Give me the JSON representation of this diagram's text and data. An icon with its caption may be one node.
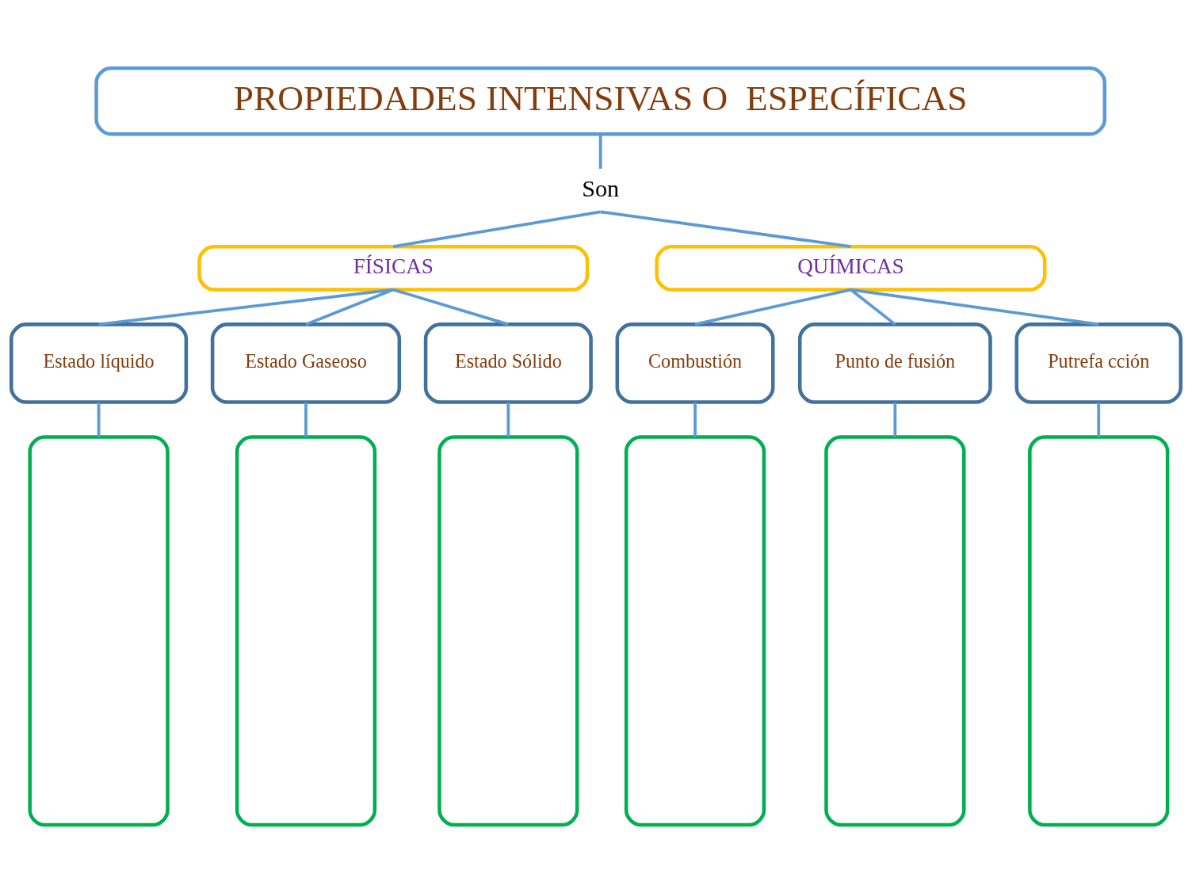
{
  "diagram": {
    "nodes": [
      {
        "text": [
          "PROPIEDADES INTENSIVAS O  ESPECÍFICAS"
        ]
      },
      {
        "text": [
          "Son"
        ]
      },
      {
        "text": [
          "FÍSICAS"
        ]
      },
      {
        "text": [
          "QUÍMICAS"
        ]
      },
      {
        "text": [
          "Estado líquido"
        ]
      },
      {
        "text": [
          "Estado Gaseoso"
        ]
      },
      {
        "text": [
          "Estado Sólido"
        ]
      },
      {
        "text": [
          "Combustión"
        ]
      },
      {
        "text": [
          "Punto de fusión"
        ]
      },
      {
        "text": [
          "Putrefa cción"
        ]
      },
      {
        "text": [],
        "shape": "box"
      },
      {
        "text": [],
        "shape": "box"
      },
      {
        "text": [],
        "shape": "box"
      },
      {
        "text": [],
        "shape": "box"
      },
      {
        "text": [],
        "shape": "box"
      },
      {
        "text": [],
        "shape": "box"
      }
    ],
    "edges": [
      {
        "from": 0,
        "to": 1,
        "arrow": "none"
      },
      {
        "from": 1,
        "to": 2,
        "arrow": "none"
      },
      {
        "from": 1,
        "to": 3,
        "arrow": "none"
      },
      {
        "from": 2,
        "to": 4,
        "arrow": "none"
      },
      {
        "from": 2,
        "to": 5,
        "arrow": "none"
      },
      {
        "from": 2,
        "to": 6,
        "arrow": "none"
      },
      {
        "from": 3,
        "to": 7,
        "arrow": "none"
      },
      {
        "from": 3,
        "to": 8,
        "arrow": "none"
      },
      {
        "from": 3,
        "to": 9,
        "arrow": "none"
      },
      {
        "from": 4,
        "to": 10,
        "arrow": "none"
      },
      {
        "from": 5,
        "to": 11,
        "arrow": "none"
      },
      {
        "from": 6,
        "to": 12,
        "arrow": "none"
      },
      {
        "from": 7,
        "to": 13,
        "arrow": "none"
      },
      {
        "from": 8,
        "to": 14,
        "arrow": "none"
      },
      {
        "from": 9,
        "to": 15,
        "arrow": "none"
      }
    ]
  }
}
